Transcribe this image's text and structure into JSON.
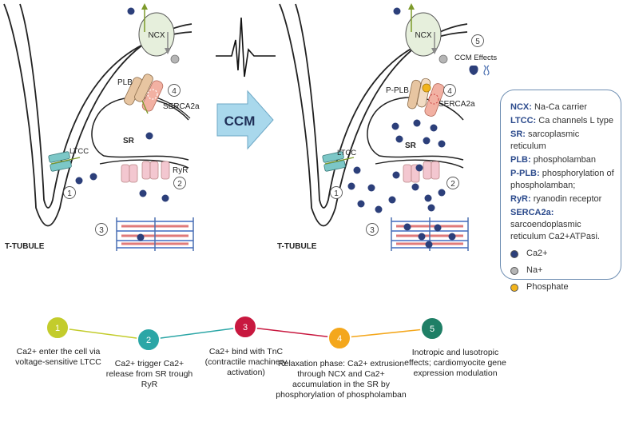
{
  "labels": {
    "ncx": "NCX",
    "plb": "PLB",
    "p_plb": "P-PLB",
    "serca": "SERCA2a",
    "sr": "SR",
    "ryr": "RyR",
    "ltcc": "LTCC",
    "t_tubule": "T-TUBULE",
    "ccm": "CCM",
    "ccm_effects": "CCM Effects"
  },
  "markers": [
    "1",
    "2",
    "3",
    "4",
    "5"
  ],
  "legend": {
    "entries": [
      {
        "abbr": "NCX:",
        "text": " Na-Ca carrier"
      },
      {
        "abbr": "LTCC:",
        "text": " Ca channels L type"
      },
      {
        "abbr": "SR:",
        "text": " sarcoplasmic reticulum"
      },
      {
        "abbr": "PLB:",
        "text": " phospholamban"
      },
      {
        "abbr": "P-PLB:",
        "text": " phosphorylation of phospholamban;"
      },
      {
        "abbr": "RyR:",
        "text": " ryanodin receptor"
      },
      {
        "abbr": "SERCA2a:",
        "text": " sarcoendoplasmic reticulum Ca2+ATPasi."
      }
    ],
    "dots": [
      {
        "label": "Ca2+",
        "color": "#2c3f7a"
      },
      {
        "label": "Na+",
        "color": "#b5b5b5"
      },
      {
        "label": "Phosphate",
        "color": "#f2b41c"
      }
    ]
  },
  "timeline": {
    "steps": [
      {
        "num": "1",
        "color": "#c3cc2c",
        "text": "Ca2+ enter the cell via voltage-sensitive LTCC"
      },
      {
        "num": "2",
        "color": "#2ba6a6",
        "text": "Ca2+ trigger Ca2+ release from SR trough RyR"
      },
      {
        "num": "3",
        "color": "#c8183f",
        "text": "Ca2+ bind with TnC (contractile machinery activation)"
      },
      {
        "num": "4",
        "color": "#f4a71c",
        "text": "Relaxation phase: Ca2+ extrusion through NCX and Ca2+ accumulation in the SR by phosphorylation of phospholamban"
      },
      {
        "num": "5",
        "color": "#1f7f66",
        "text": "Inotropic and lusotropic effects; cardiomyocite gene expression modulation"
      }
    ]
  },
  "colors": {
    "ca": "#2c3f7a",
    "na": "#b5b5b5",
    "phosphate": "#f2b41c",
    "ccm_arrow": "#a9d8ec",
    "legend_border": "#6f8fb3"
  }
}
